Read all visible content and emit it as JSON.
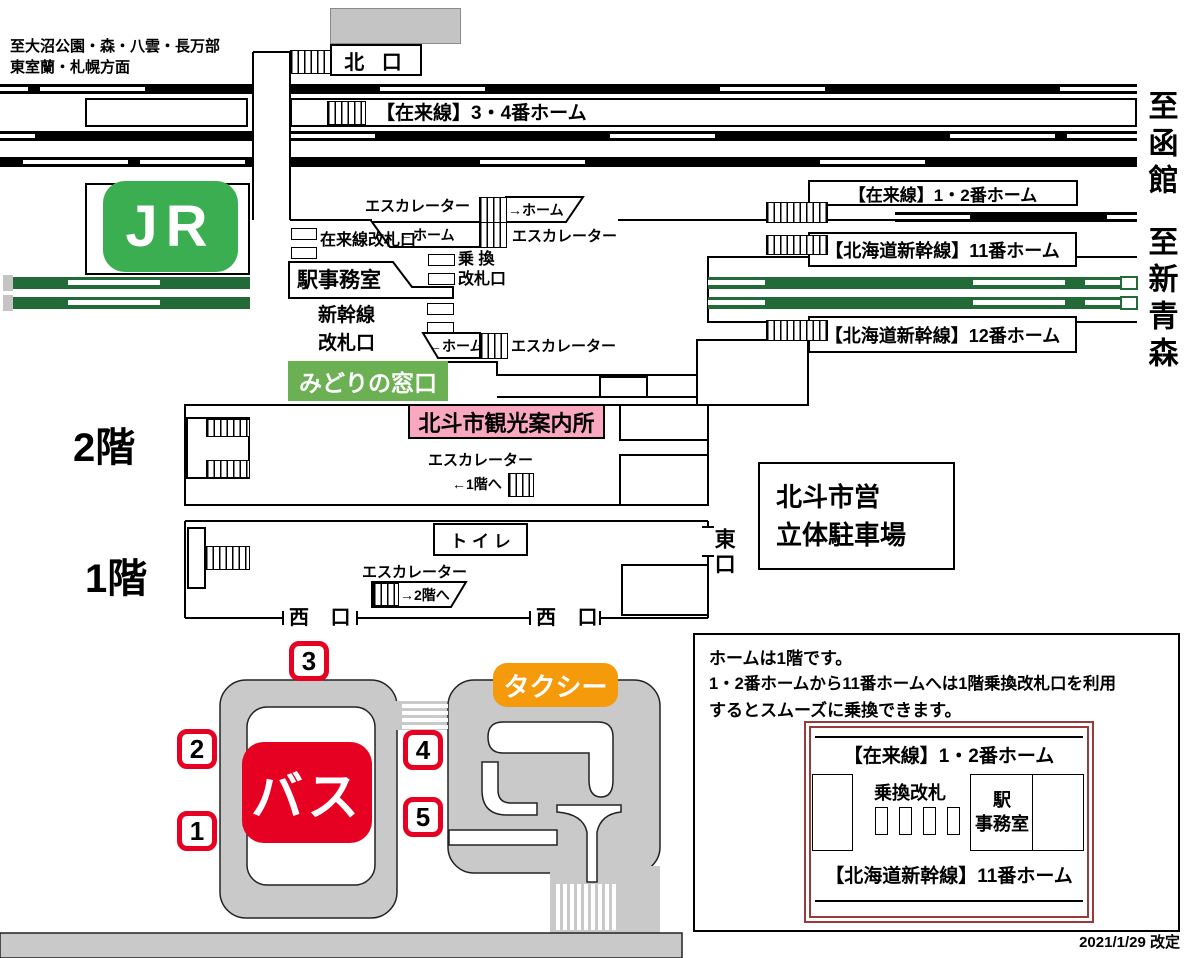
{
  "colors": {
    "jr_green": "#3cae52",
    "midori_green": "#6bb052",
    "track_green": "#226b38",
    "pink": "#f9a8c0",
    "red": "#e60021",
    "orange": "#f59a0b",
    "road_gray": "#c9c9c9",
    "box_gray": "#c4c4c4",
    "dark_red": "#9a3b3b"
  },
  "caption_top_left": {
    "line1": "至大沼公園・森・八雲・長万部",
    "line2": "東室蘭・札幌方面"
  },
  "exits": {
    "north": "北 口",
    "west": "西 口",
    "east": "東口"
  },
  "jr_logo": "JR",
  "floors": {
    "f2": "2階",
    "f1": "1階"
  },
  "directions": {
    "hakodate": "至函館",
    "shin_aomori": "至新青森"
  },
  "platforms": {
    "conv_34": "【在来線】3・4番ホーム",
    "conv_12": "【在来線】1・2番ホーム",
    "shink_11": "【北海道新幹線】11番ホーム",
    "shink_12": "【北海道新幹線】12番ホーム"
  },
  "concourse": {
    "escalator": "エスカレーター",
    "to_platform": "→ホーム",
    "from_platform": "←ホーム",
    "conv_gate": "在来線改札口",
    "station_office": "駅事務室",
    "transfer_line1": "乗 換",
    "transfer_line2": "改札口",
    "shinkansen_line1": "新幹線",
    "shinkansen_line2": "改札口",
    "midori_counter": "みどりの窓口",
    "tourist_info": "北斗市観光案内所",
    "to_f1": "←1階へ",
    "to_f2": "→2階へ",
    "toilet": "ト イ レ"
  },
  "parking": {
    "line1": "北斗市営",
    "line2": "立体駐車場"
  },
  "bus": {
    "label": "バス",
    "stops": [
      "1",
      "2",
      "3",
      "4",
      "5"
    ]
  },
  "taxi": {
    "label": "タクシー"
  },
  "info_box": {
    "line1": "ホームは1階です。",
    "line2": "1・2番ホームから11番ホームへは1階乗換改札口を利用",
    "line3": "するとスムーズに乗換できます。",
    "diagram": {
      "conv_12": "【在来線】1・2番ホーム",
      "transfer_gate": "乗換改札",
      "office_line1": "駅",
      "office_line2": "事務室",
      "shink_11": "【北海道新幹線】11番ホーム"
    }
  },
  "revision": "2021/1/29  改定"
}
